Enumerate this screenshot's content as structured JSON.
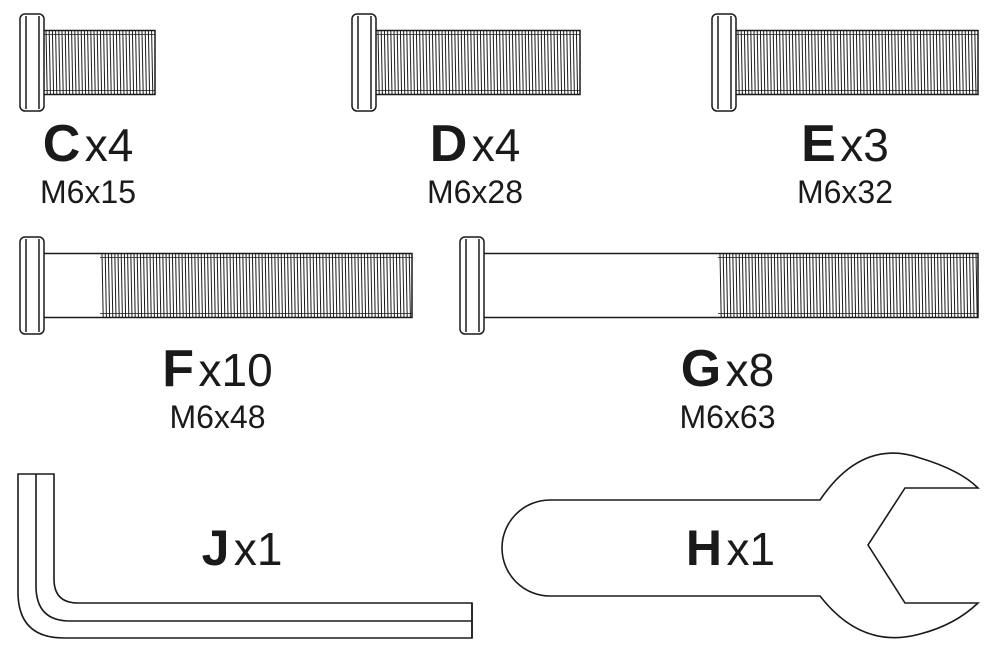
{
  "parts": [
    {
      "letter": "C",
      "quantity": "x4",
      "size": "M6x15"
    },
    {
      "letter": "D",
      "quantity": "x4",
      "size": "M6x28"
    },
    {
      "letter": "E",
      "quantity": "x3",
      "size": "M6x32"
    },
    {
      "letter": "F",
      "quantity": "x10",
      "size": "M6x48"
    },
    {
      "letter": "G",
      "quantity": "x8",
      "size": "M6x63"
    }
  ],
  "tools": [
    {
      "letter": "J",
      "quantity": "x1",
      "type": "allen-key"
    },
    {
      "letter": "H",
      "quantity": "x1",
      "type": "open-end-wrench"
    }
  ],
  "colors": {
    "line": "#1a1a1a",
    "background": "#ffffff"
  }
}
